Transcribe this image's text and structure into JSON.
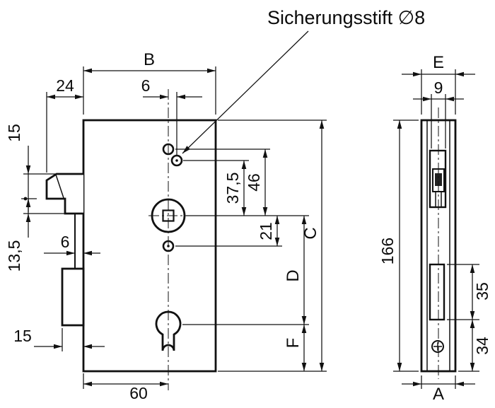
{
  "annotation": {
    "securing_pin": "Sicherungsstift ∅8"
  },
  "front_dims": {
    "B": "B",
    "n24": "24",
    "n6_pins": "6",
    "n15_top": "15",
    "n13_5": "13,5",
    "n6_faceplate": "6",
    "n15_bolt": "15",
    "n60": "60",
    "n37_5": "37,5",
    "n46": "46",
    "n21": "21",
    "C": "C",
    "D": "D",
    "F": "F"
  },
  "side_dims": {
    "E": "E",
    "n9": "9",
    "n166": "166",
    "n35": "35",
    "n34": "34",
    "A": "A"
  }
}
